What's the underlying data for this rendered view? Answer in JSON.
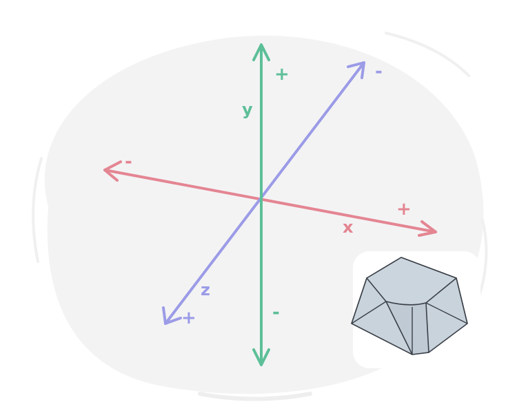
{
  "axes": {
    "x": {
      "name": "x",
      "positive_label": "+",
      "negative_label": "-",
      "color": "#e48592"
    },
    "y": {
      "name": "y",
      "positive_label": "+",
      "negative_label": "-",
      "color": "#5dbf98"
    },
    "z": {
      "name": "z",
      "positive_label": "+",
      "negative_label": "-",
      "color": "#9b9be7"
    }
  },
  "keycap": {
    "icon": "keycap-icon",
    "fill_color": "#c8d3dc",
    "outline_color": "#3a3f47"
  },
  "background_blob_color": "#f3f3f4"
}
